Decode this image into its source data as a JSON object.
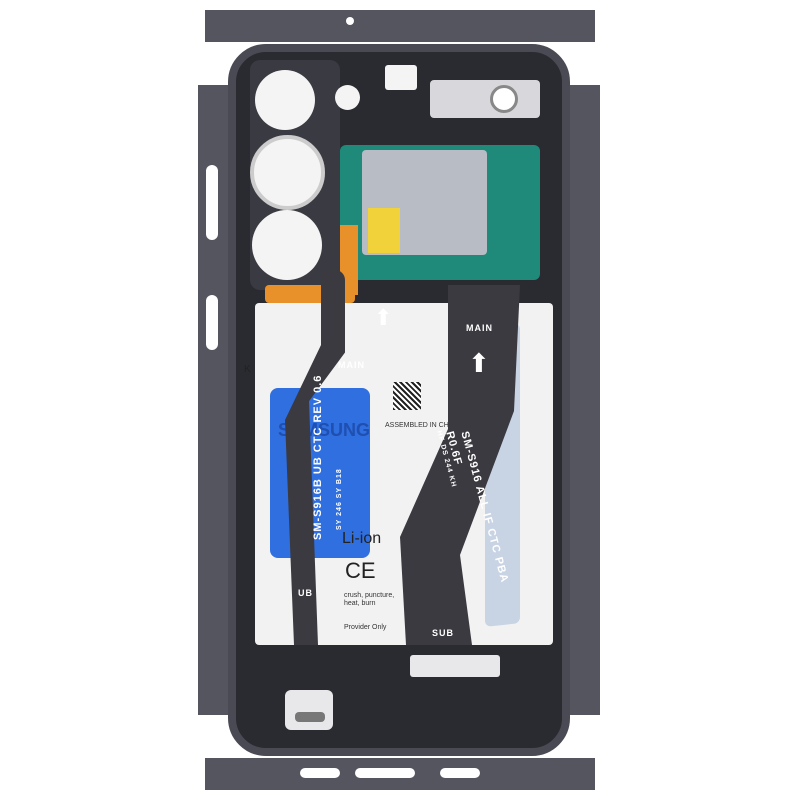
{
  "image": {
    "description_colors": {
      "skin": "#55555f",
      "board": "#1f8a7a",
      "battery": "#f2f2f2",
      "label_blue": "#2f6fe0",
      "flex_orange": "#e8902a"
    }
  },
  "battery": {
    "brand": "SAMSUNG",
    "assembled": "ASSEMBLED IN CHINA",
    "chemistry": "Li-ion",
    "ce": "CE",
    "warning": "crush, puncture, heat, burn",
    "provider": "Provider Only"
  },
  "left_cable": {
    "top_label": "MAIN",
    "text": "SM-S916B UB CTC REV 0.6",
    "code": "SY 246 SY B18",
    "bottom_label": "UB"
  },
  "right_cable": {
    "top_label": "MAIN",
    "text": "SM-S916 ALL IF CTC PBA",
    "rev": "R0.6F",
    "code": "HF DS 244 KH",
    "bottom_label": "SUB"
  },
  "side_mark": "K"
}
